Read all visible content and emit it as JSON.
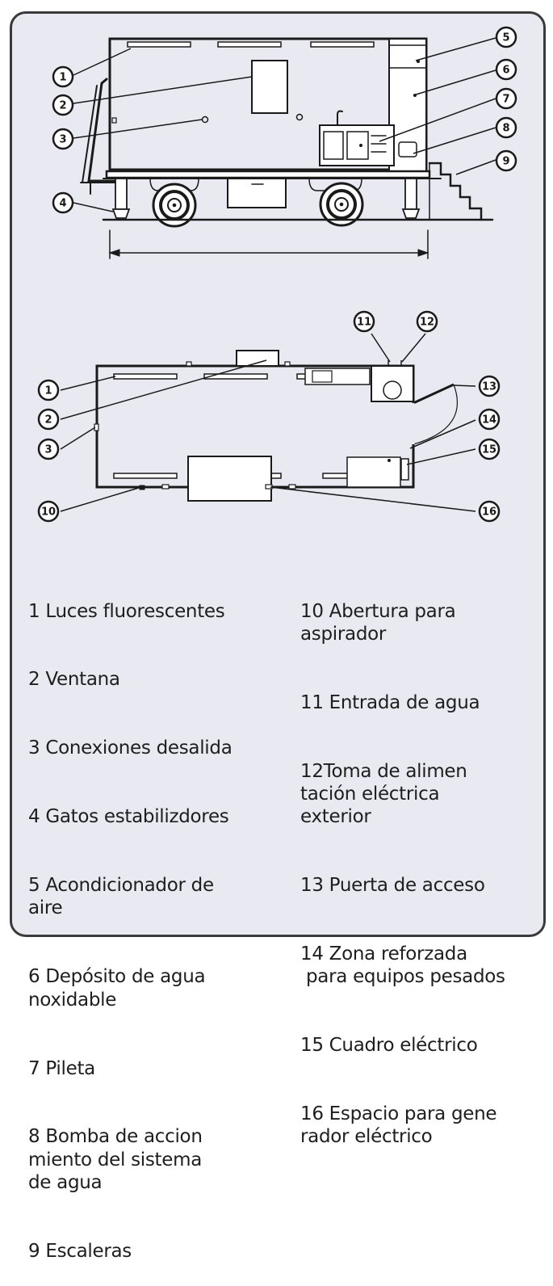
{
  "callouts": [
    "1",
    "2",
    "3",
    "4",
    "5",
    "6",
    "7",
    "8",
    "9",
    "10",
    "11",
    "12",
    "13",
    "14",
    "15",
    "16"
  ],
  "legend_left": [
    "1 Luces fluorescentes",
    "2 Ventana",
    "3 Conexiones desalida",
    "4 Gatos estabilizdores",
    "5 Acondicionador de\naire",
    "6 Depósito de agua\nnoxidable",
    "7 Pileta",
    "8 Bomba de accion\nmiento del sistema\nde agua",
    "9 Escaleras"
  ],
  "legend_right": [
    "10 Abertura para\naspirador",
    "11 Entrada de agua",
    "12Toma de alimen\ntación eléctrica\nexterior",
    "13 Puerta de acceso",
    "14 Zona reforzada\n para equipos pesados",
    "15 Cuadro eléctrico",
    "16 Espacio para gene\nrador eléctrico"
  ]
}
